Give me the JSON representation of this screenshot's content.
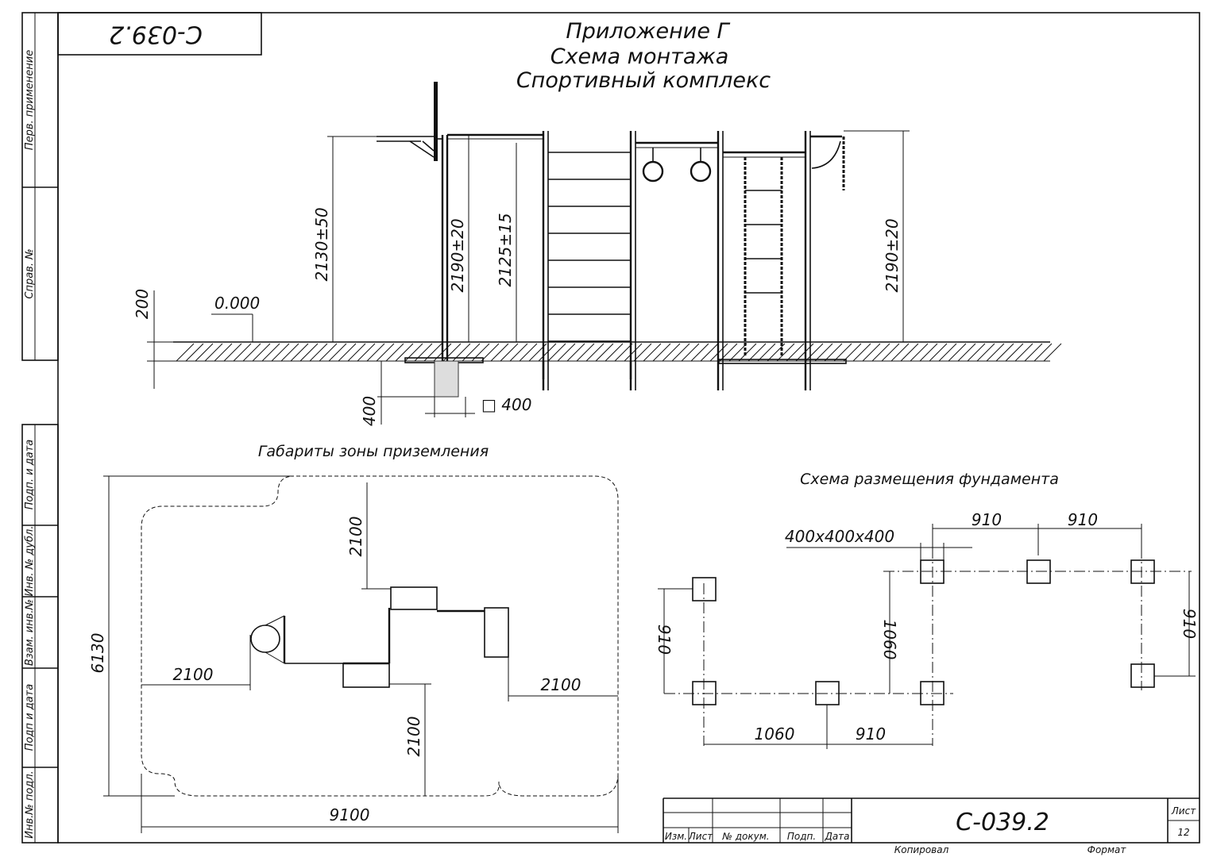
{
  "sheet": {
    "code_top": "С-039.2",
    "code_stamp": "С-039.2",
    "title_lines": [
      "Приложение Г",
      "Схема монтажа",
      "Спортивный комплекс"
    ]
  },
  "side_labels": [
    "Перв. применение",
    "Справ. №",
    "Подп. и дата",
    "Инв. № дубл.",
    "Взам. инв.№",
    "Подп и дата",
    "Инв.№ подл."
  ],
  "stamp": {
    "cols": [
      "Изм.",
      "Лист",
      "№ докум.",
      "Подп.",
      "Дата"
    ],
    "sheet_label": "Лист",
    "sheet_number": "12",
    "copied": "Копировал",
    "format": "Формат"
  },
  "elevation": {
    "dims": {
      "h_basket": "2130±50",
      "h_bar": "2190±20",
      "h_ladder": "2125±15",
      "h_right": "2190±20",
      "depth_ground": "200",
      "level": "0.000",
      "depth_found": "400",
      "found_size": "□ 400"
    }
  },
  "landing_zone": {
    "title": "Габариты зоны приземления",
    "dims": {
      "height": "6130",
      "width": "9100",
      "top": "2100",
      "left": "2100",
      "right": "2100",
      "bottom": "2100"
    }
  },
  "foundation": {
    "title": "Схема размещения фундамента",
    "dims": {
      "block": "400x400x400",
      "top_a": "910",
      "top_b": "910",
      "left": "910",
      "mid": "1060",
      "right": "910",
      "bottom_a": "1060",
      "bottom_b": "910"
    }
  }
}
